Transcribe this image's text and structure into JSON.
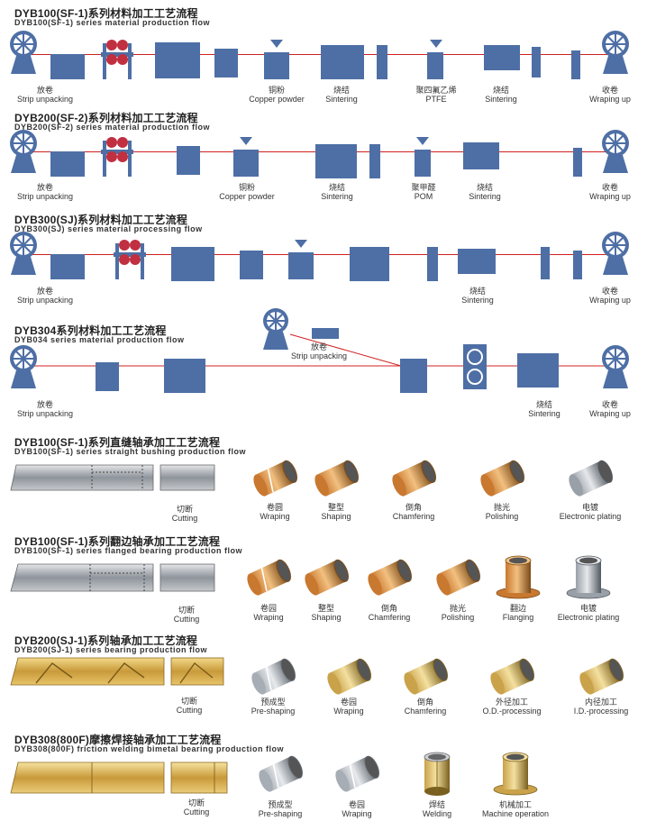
{
  "material_flows": [
    {
      "title": "DYB100(SF-1)系列材料加工工艺流程",
      "subtitle": "DYB100(SF-1) series material production flow",
      "labels": [
        {
          "cn": "放卷",
          "en": "Strip unpacking"
        },
        {
          "cn": "铜粉",
          "en": "Copper powder"
        },
        {
          "cn": "烧结",
          "en": "Sintering"
        },
        {
          "cn": "聚四氟乙烯",
          "en": "PTFE"
        },
        {
          "cn": "烧结",
          "en": "Sintering"
        },
        {
          "cn": "收卷",
          "en": "Wraping up"
        }
      ]
    },
    {
      "title": "DYB200(SF-2)系列材料加工工艺流程",
      "subtitle": "DYB200(SF-2) series material production flow",
      "labels": [
        {
          "cn": "放卷",
          "en": "Strip unpacking"
        },
        {
          "cn": "铜粉",
          "en": "Copper powder"
        },
        {
          "cn": "烧结",
          "en": "Sintering"
        },
        {
          "cn": "聚甲醛",
          "en": "POM"
        },
        {
          "cn": "烧结",
          "en": "Sintering"
        },
        {
          "cn": "收卷",
          "en": "Wraping up"
        }
      ]
    },
    {
      "title": "DYB300(SJ)系列材料加工工艺流程",
      "subtitle": "DYB300(SJ) series material processing flow",
      "labels": [
        {
          "cn": "放卷",
          "en": "Strip unpacking"
        },
        {
          "cn": "烧结",
          "en": "Sintering"
        },
        {
          "cn": "收卷",
          "en": "Wraping up"
        }
      ]
    },
    {
      "title": "DYB304系列材料加工工艺流程",
      "subtitle": "DYB034 series material production flow",
      "labels": [
        {
          "cn": "放卷",
          "en": "Strip unpacking"
        },
        {
          "cn": "放卷",
          "en": "Strip unpacking"
        },
        {
          "cn": "烧结",
          "en": "Sintering"
        },
        {
          "cn": "收卷",
          "en": "Wraping up"
        }
      ]
    }
  ],
  "bearing_flows": [
    {
      "title": "DYB100(SF-1)系列直缝轴承加工工艺流程",
      "subtitle": "DYB100(SF-1) series straight bushing production flow",
      "steps": [
        {
          "cn": "切断",
          "en": "Cutting"
        },
        {
          "cn": "卷圆",
          "en": "Wraping"
        },
        {
          "cn": "整型",
          "en": "Shaping"
        },
        {
          "cn": "倒角",
          "en": "Chamfering"
        },
        {
          "cn": "抛光",
          "en": "Polishing"
        },
        {
          "cn": "电镀",
          "en": "Electronic plating"
        }
      ]
    },
    {
      "title": "DYB100(SF-1)系列翻边轴承加工工艺流程",
      "subtitle": "DYB100(SF-1) series flanged bearing production flow",
      "steps": [
        {
          "cn": "切断",
          "en": "Cutting"
        },
        {
          "cn": "卷园",
          "en": "Wraping"
        },
        {
          "cn": "整型",
          "en": "Shaping"
        },
        {
          "cn": "倒角",
          "en": "Chamfering"
        },
        {
          "cn": "抛光",
          "en": "Polishing"
        },
        {
          "cn": "翻边",
          "en": "Flanging"
        },
        {
          "cn": "电镀",
          "en": "Electronic plating"
        }
      ]
    },
    {
      "title": "DYB200(SJ-1)系列轴承加工工艺流程",
      "subtitle": "DYB200(SJ-1) series  bearing production flow",
      "steps": [
        {
          "cn": "切断",
          "en": "Cutting"
        },
        {
          "cn": "预成型",
          "en": "Pre-shaping"
        },
        {
          "cn": "卷园",
          "en": "Wraping"
        },
        {
          "cn": "倒角",
          "en": "Chamfering"
        },
        {
          "cn": "外径加工",
          "en": "O.D.-processing"
        },
        {
          "cn": "内径加工",
          "en": "I.D.-processing"
        }
      ]
    },
    {
      "title": "DYB308(800F)摩擦焊接轴承加工工艺流程",
      "subtitle": "DYB308(800F) friction welding bimetal bearing production flow",
      "steps": [
        {
          "cn": "切断",
          "en": "Cutting"
        },
        {
          "cn": "预成型",
          "en": "Pre-shaping"
        },
        {
          "cn": "卷园",
          "en": "Wraping"
        },
        {
          "cn": "焊结",
          "en": "Welding"
        },
        {
          "cn": "机械加工",
          "en": "Machine operation"
        }
      ]
    }
  ],
  "colors": {
    "machine": "#4e6fa5",
    "strip": "#d02020",
    "bronze": "#c8782f",
    "steel": "#9aa0a8"
  }
}
